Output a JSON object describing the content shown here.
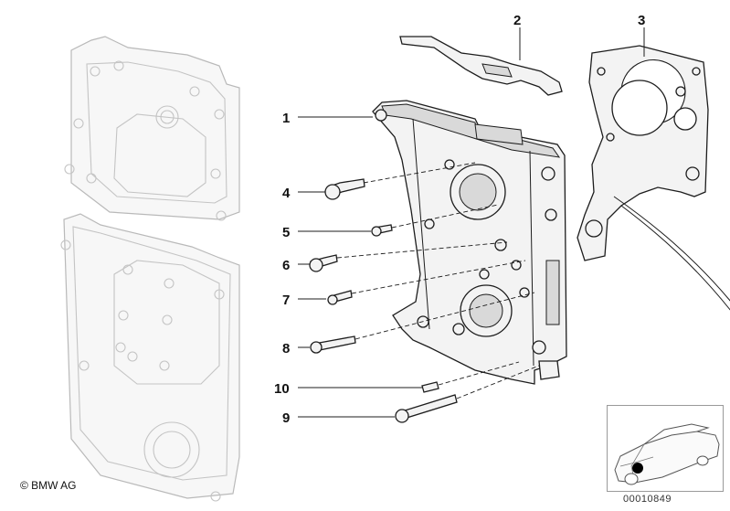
{
  "callouts": [
    {
      "id": "1",
      "label": "1"
    },
    {
      "id": "2",
      "label": "2"
    },
    {
      "id": "3",
      "label": "3"
    },
    {
      "id": "4",
      "label": "4"
    },
    {
      "id": "5",
      "label": "5"
    },
    {
      "id": "6",
      "label": "6"
    },
    {
      "id": "7",
      "label": "7"
    },
    {
      "id": "8",
      "label": "8"
    },
    {
      "id": "9",
      "label": "9"
    },
    {
      "id": "10",
      "label": "10"
    }
  ],
  "footer": {
    "copyright": "© BMW AG",
    "diagram_number": "00010849"
  },
  "colors": {
    "ink": "#1d1d1d",
    "ghost": "#b9b9b9",
    "background": "#ffffff"
  }
}
